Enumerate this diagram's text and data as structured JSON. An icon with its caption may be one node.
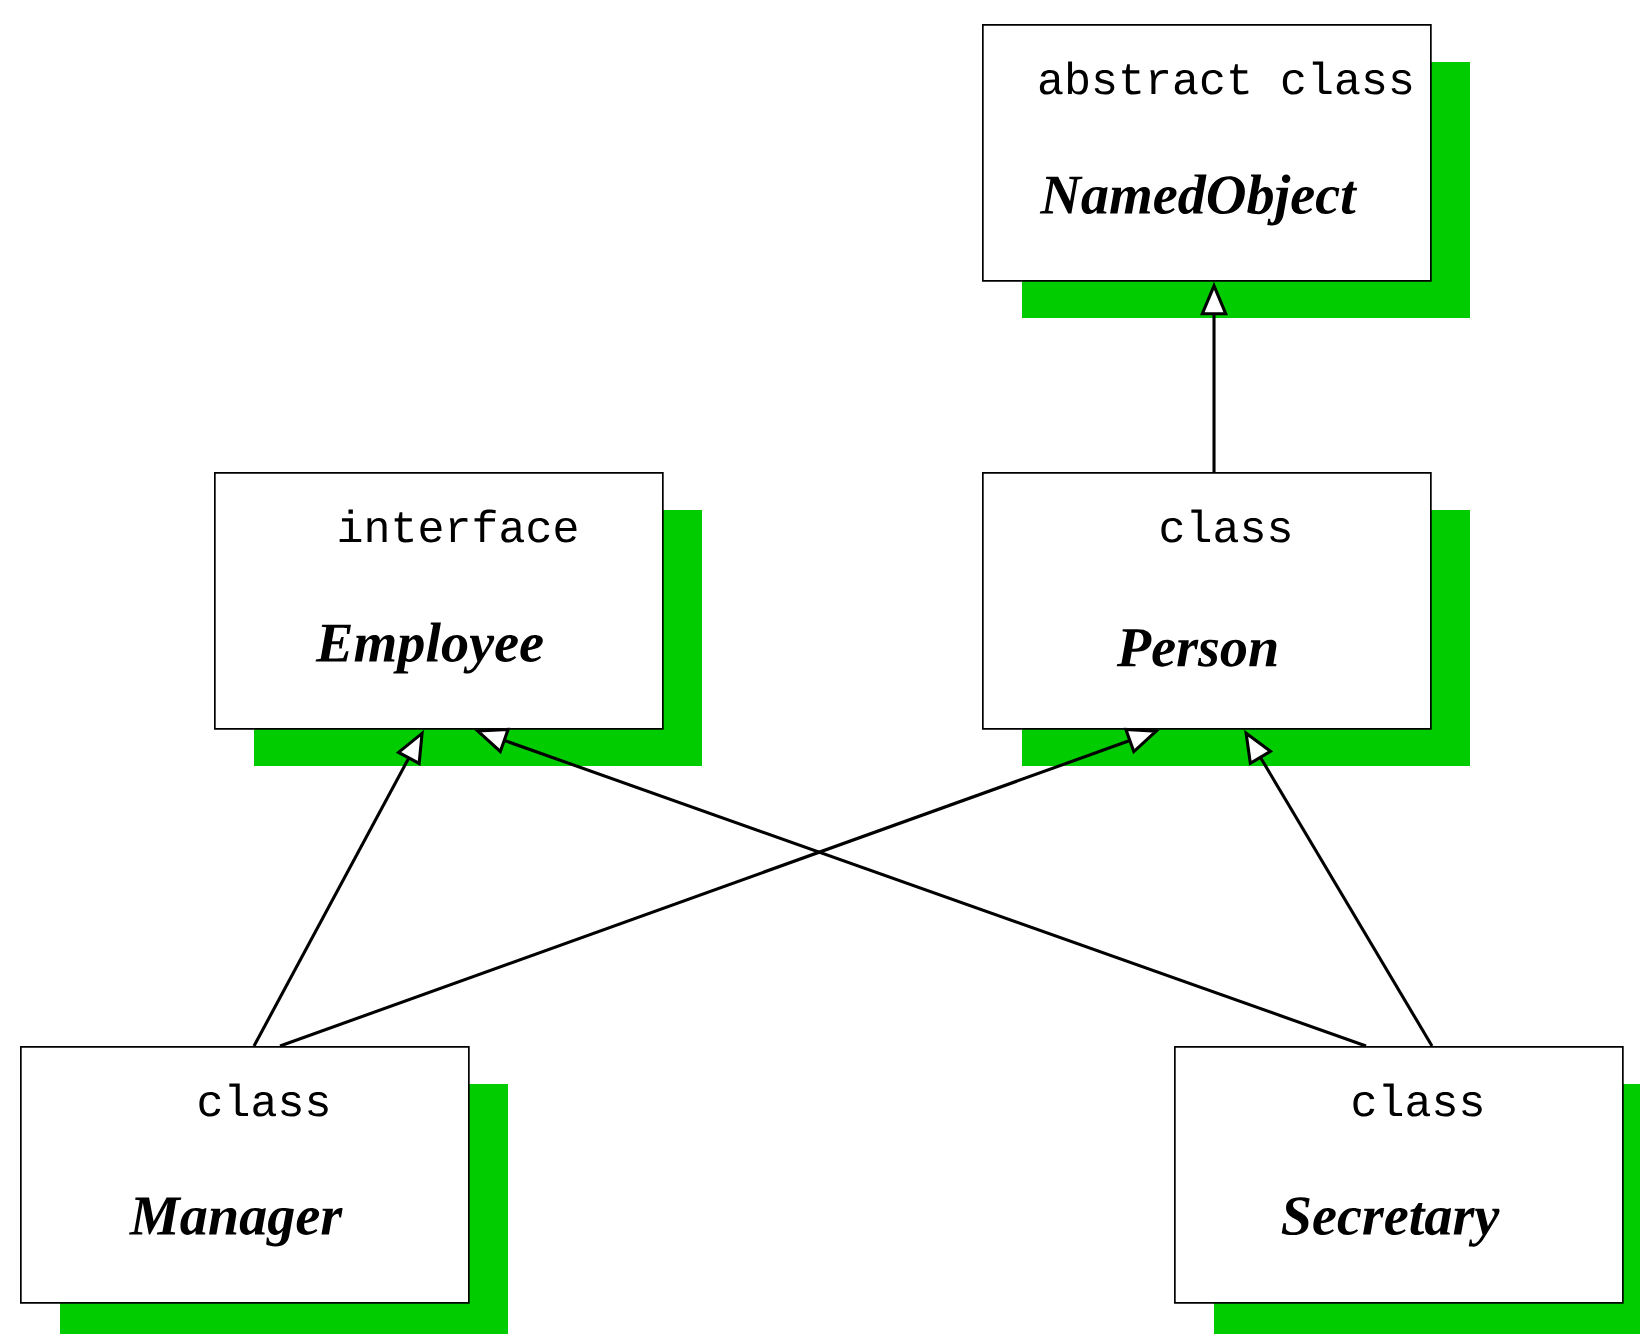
{
  "diagram": {
    "nodes": [
      {
        "text": [
          "abstract class",
          "NamedObject"
        ]
      },
      {
        "text": [
          "interface",
          "Employee"
        ]
      },
      {
        "text": [
          "class",
          "Person"
        ]
      },
      {
        "text": [
          "class",
          "Manager"
        ]
      },
      {
        "text": [
          "class",
          "Secretary"
        ]
      }
    ],
    "edges": [
      {
        "from": 2,
        "to": 0,
        "arrow": "to"
      },
      {
        "from": 3,
        "to": 1,
        "arrow": "to"
      },
      {
        "from": 3,
        "to": 2,
        "arrow": "to"
      },
      {
        "from": 4,
        "to": 1,
        "arrow": "to"
      },
      {
        "from": 4,
        "to": 2,
        "arrow": "to"
      }
    ]
  }
}
